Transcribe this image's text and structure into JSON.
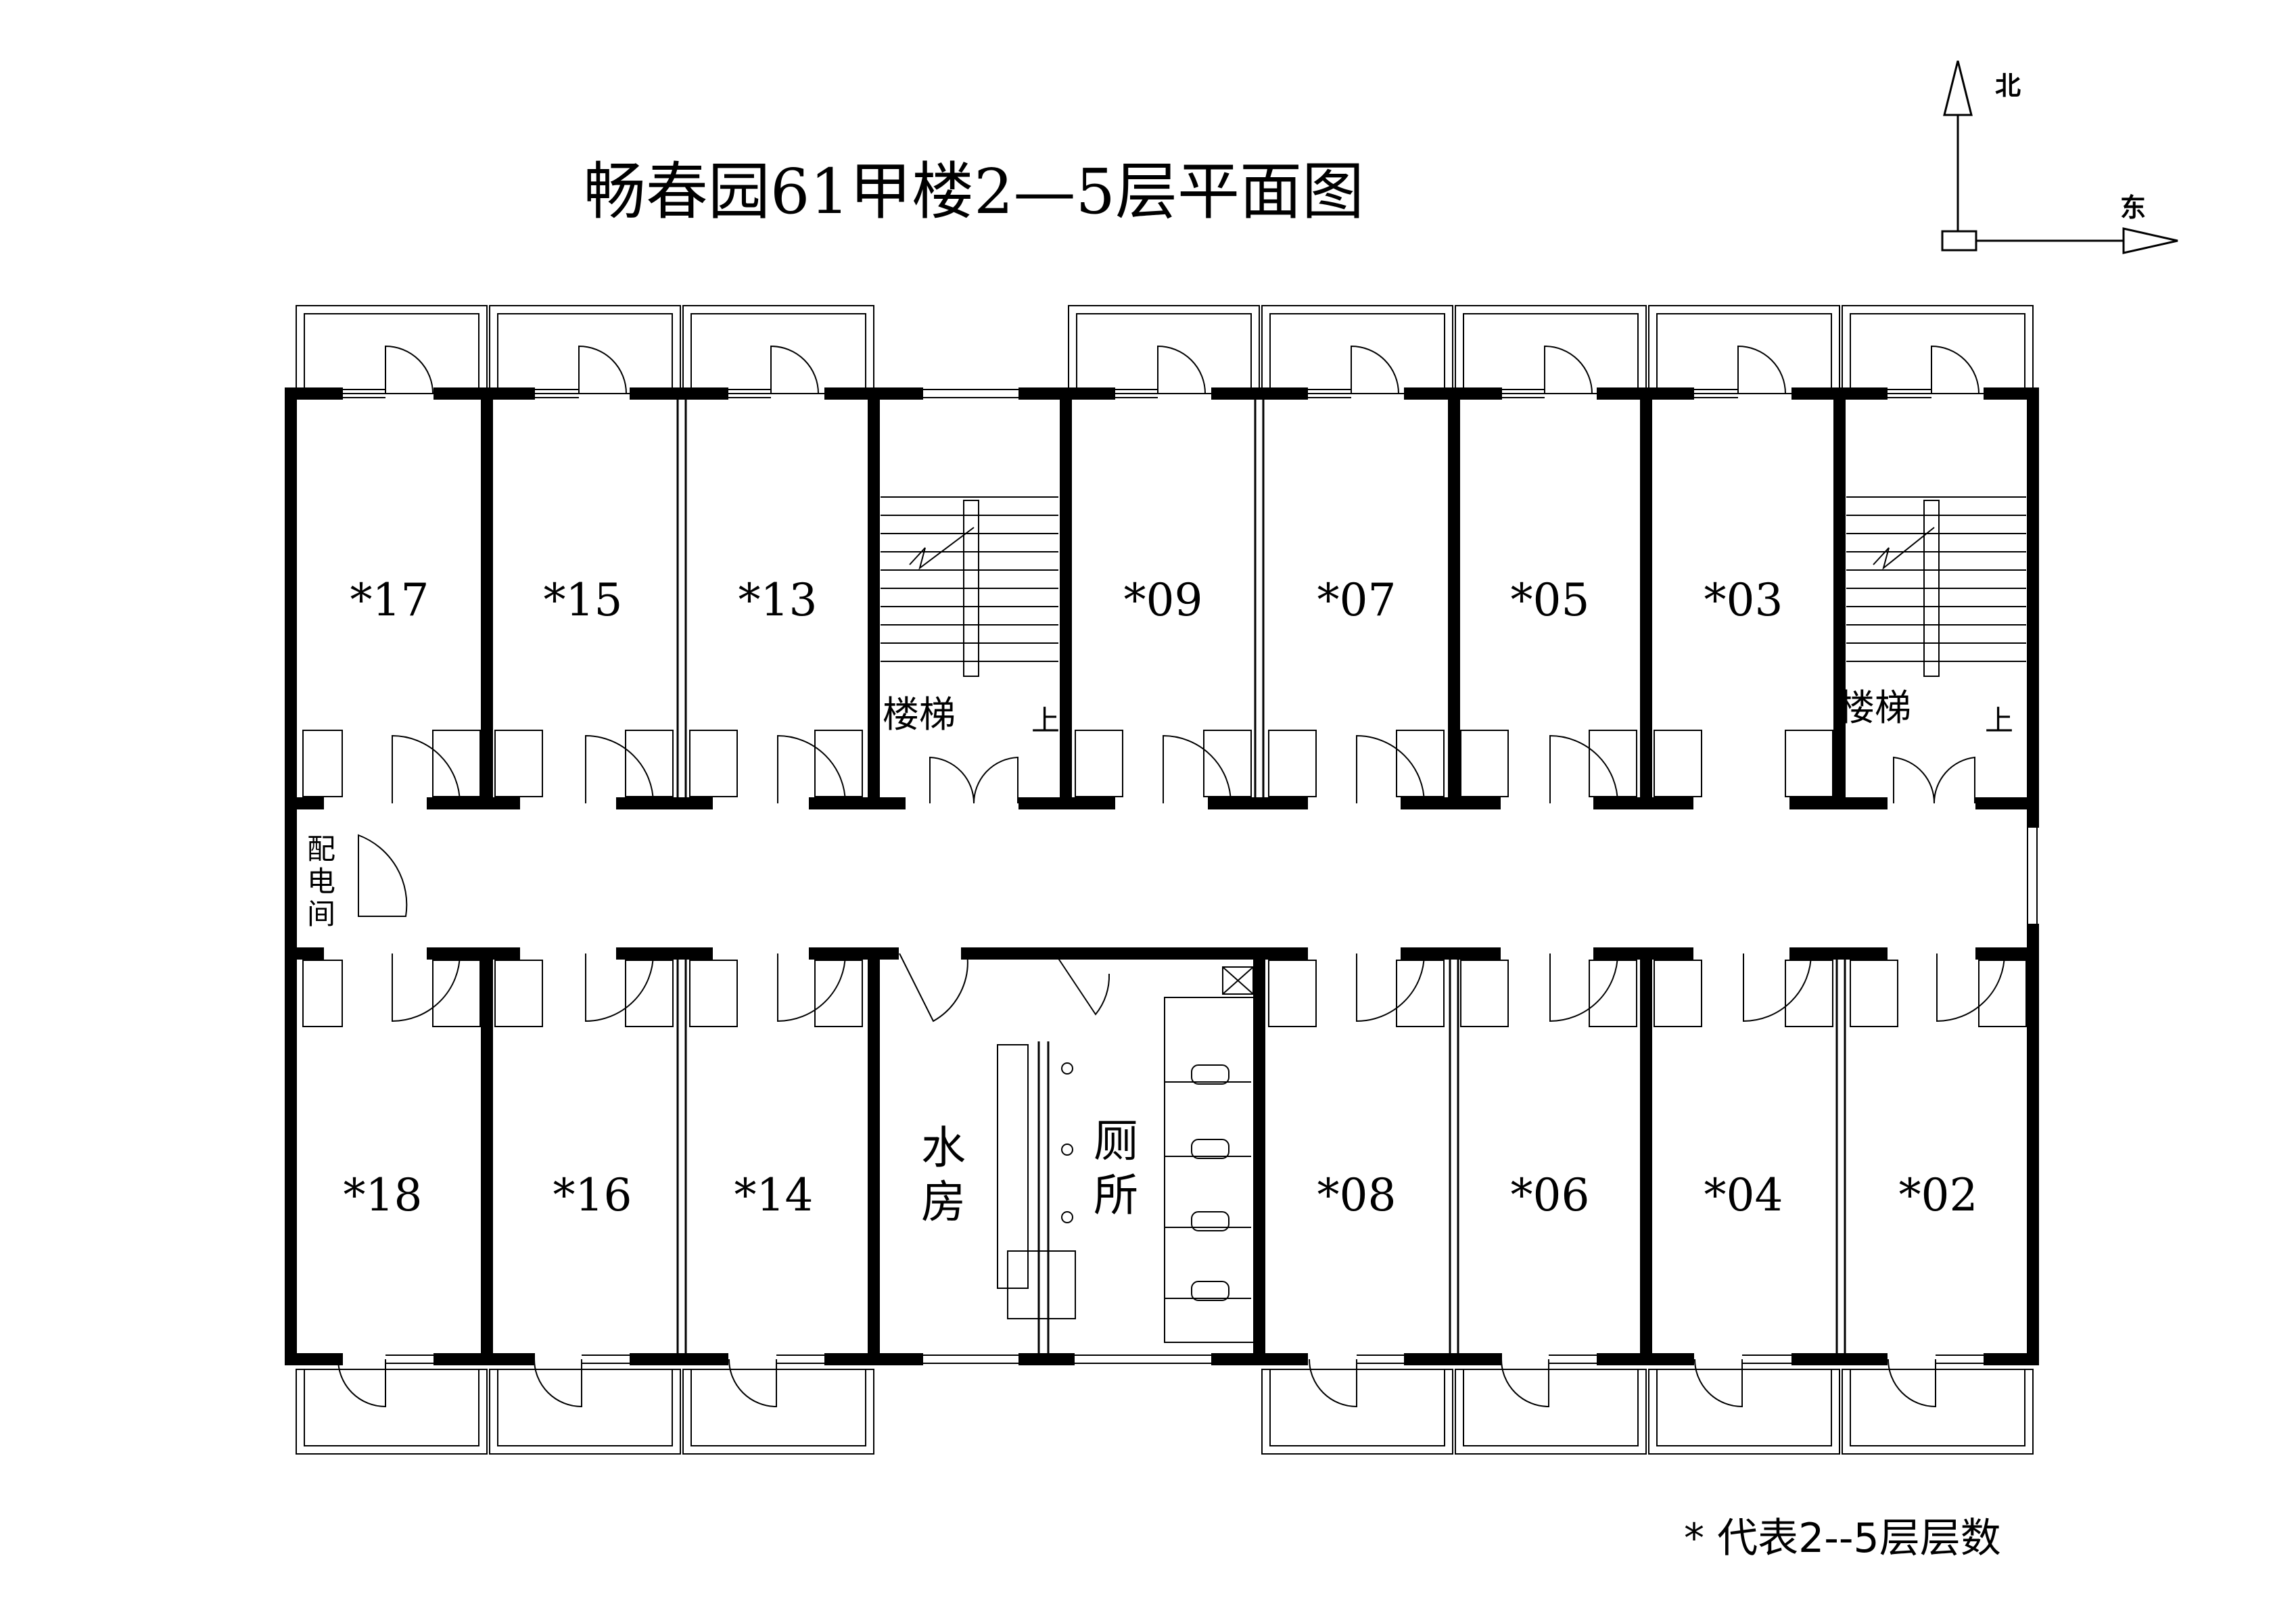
{
  "title": "畅春园61甲楼2—5层平面图",
  "compass": {
    "north": "北",
    "east": "东"
  },
  "rooms": {
    "north": [
      "*17",
      "*15",
      "*13",
      "*09",
      "*07",
      "*05",
      "*03"
    ],
    "south": [
      "*18",
      "*16",
      "*14",
      "*08",
      "*06",
      "*04",
      "*02"
    ]
  },
  "stairs_label": "楼梯",
  "stairs_up": "上",
  "electrical_room": [
    "配",
    "电",
    "间"
  ],
  "water_room": [
    "水",
    "房"
  ],
  "toilet": [
    "厕",
    "所"
  ],
  "note": "* 代表2--5层层数"
}
